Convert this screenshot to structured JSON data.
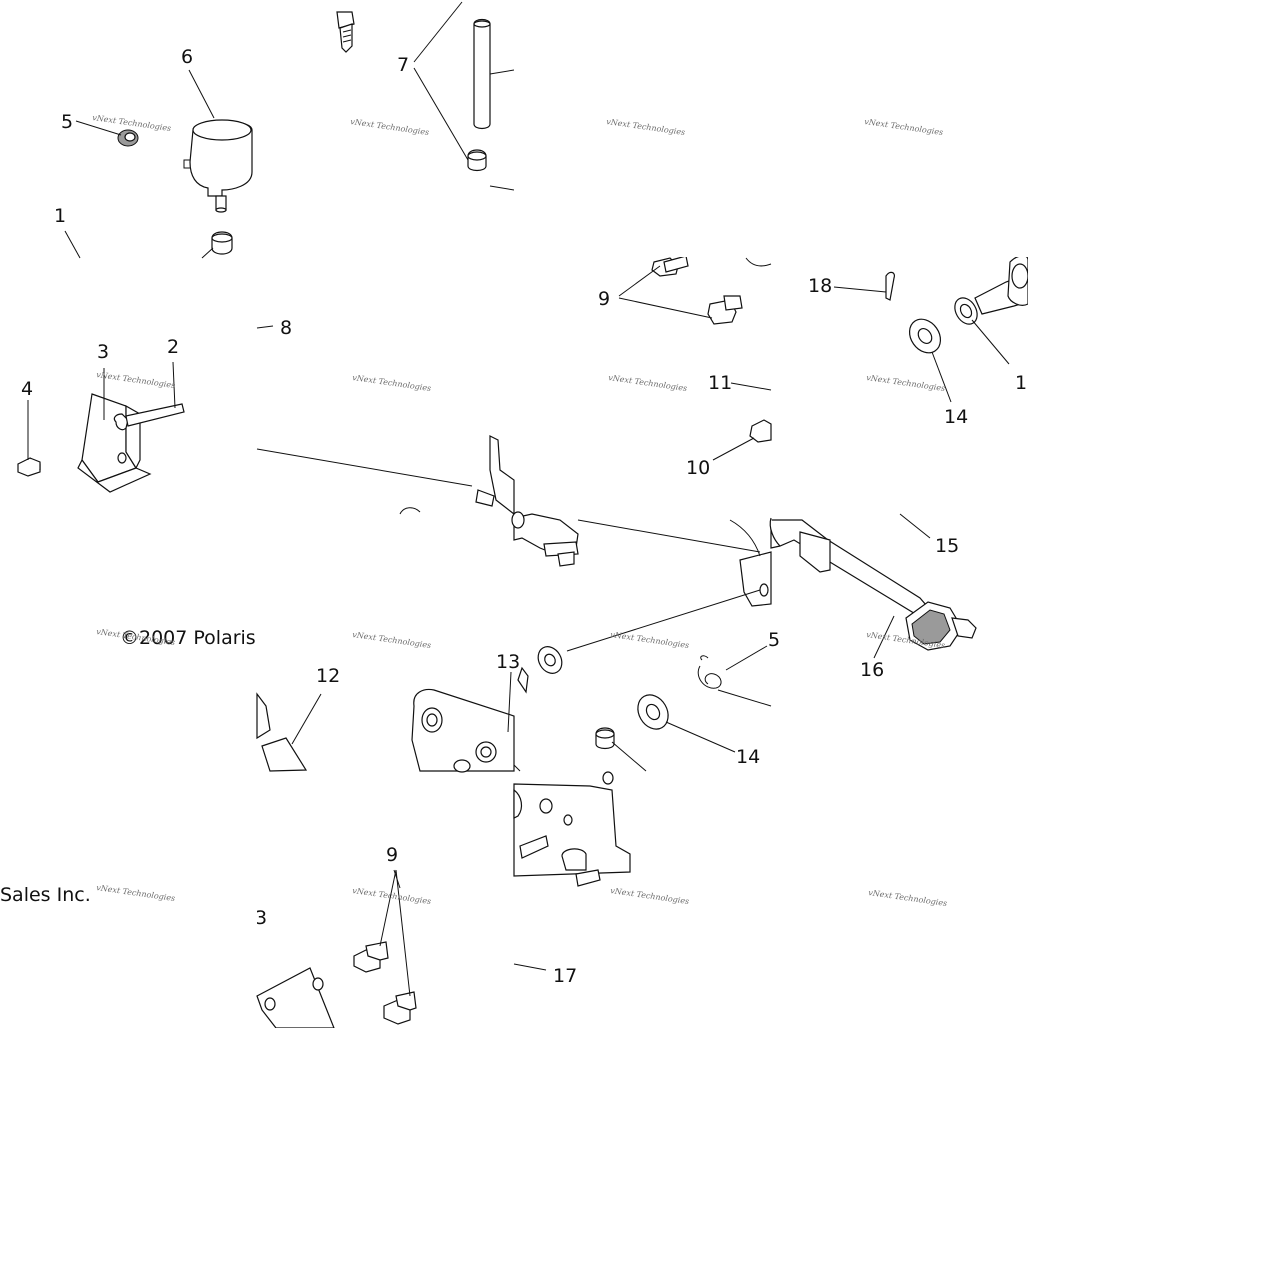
{
  "diagram": {
    "callouts": {
      "c1": "1",
      "c2": "2",
      "c3": "3",
      "c4": "4",
      "c5a": "5",
      "c5b": "5",
      "c6": "6",
      "c7": "7",
      "c8": "8",
      "c9a": "9",
      "c9b": "9",
      "c10": "10",
      "c11": "11",
      "c12": "12",
      "c13": "13",
      "c14a": "14",
      "c14b": "14",
      "c15a": "15",
      "c15b": "15",
      "c16": "16",
      "c17": "17",
      "c18": "18",
      "c3b": "3"
    },
    "copyright_line1": "©2007 Polaris",
    "copyright_line2": "Sales Inc.",
    "watermark": "vNext Technologies"
  }
}
